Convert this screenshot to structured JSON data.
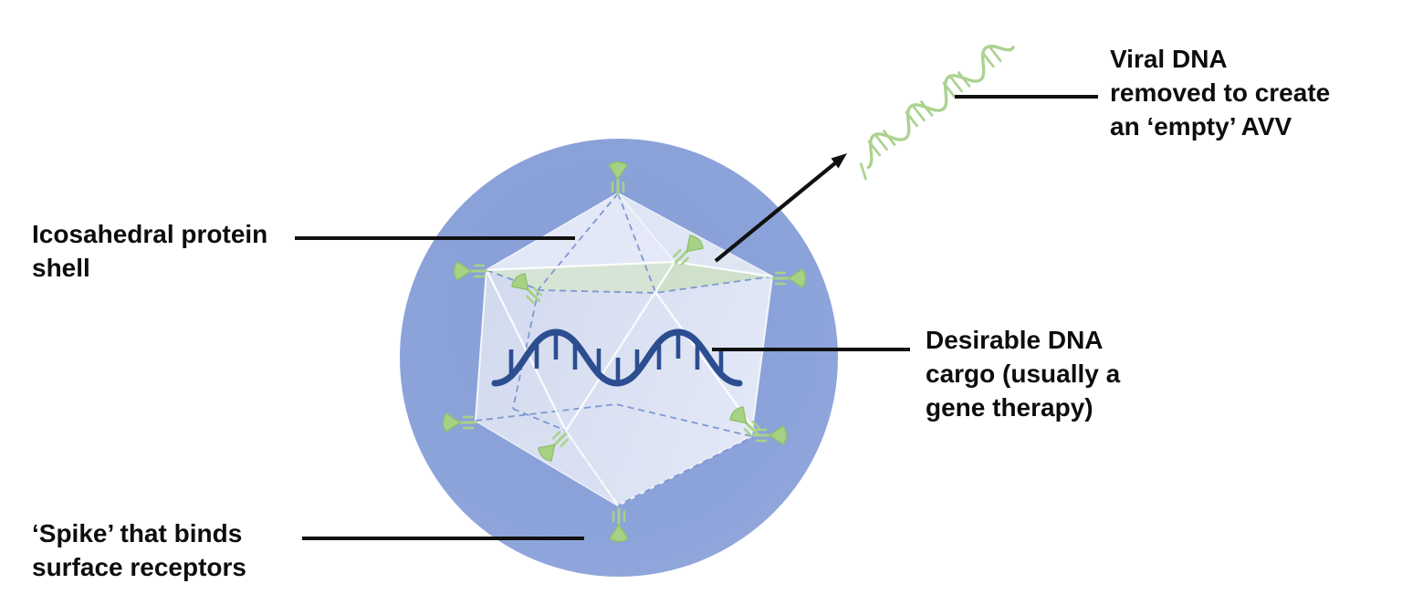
{
  "figure": {
    "description": "Labeled diagram of an adeno-associated virus (AAV) capsid used for gene therapy",
    "annotations": {
      "viral_dna": {
        "lines": [
          "Viral DNA",
          "removed to create",
          "an ‘empty’ AVV"
        ]
      },
      "shell": {
        "lines": [
          "Icosahedral protein",
          "shell"
        ]
      },
      "cargo": {
        "lines": [
          "Desirable DNA",
          "cargo (usually a",
          "gene therapy)"
        ]
      },
      "spike": {
        "lines": [
          "‘Spike’ that binds",
          "surface receptors"
        ]
      }
    },
    "icons": {
      "virus_envelope": "blue-circle",
      "capsid": "icosahedron-wireframe",
      "spike": "green-trumpet-spike",
      "dna_cargo": "navy-sine-wave-with-base-ticks",
      "free_viral_dna": "green-wavy-strand-with-base-ticks",
      "arrow": "black-diagonal-arrow"
    }
  },
  "colors": {
    "background": "#ffffff",
    "envelope_blue": "#8ca3da",
    "envelope_blue_deep": "#869ed6",
    "capsid_fill_dark": "#d2daee",
    "capsid_fill_light": "#e4e9f7",
    "capsid_edge_white": "#ffffff",
    "hidden_edge_blue": "#7d98d1",
    "band_green": "#d5e4d1",
    "band_green_dark": "#c9dec5",
    "spike_green": "#a7d285",
    "spike_green_dark": "#8fc06c",
    "dna_cargo_navy": "#2c4e91",
    "free_dna_green": "#abd391",
    "label_text": "#0d0d0d",
    "connector_black": "#111111"
  }
}
